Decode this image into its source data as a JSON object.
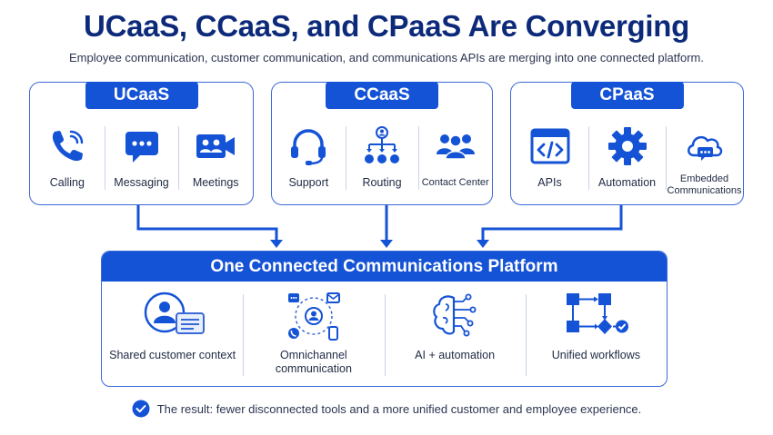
{
  "title": "UCaaS, CCaaS, and CPaaS Are Converging",
  "subtitle": "Employee communication, customer communication, and communications APIs are merging into one connected platform.",
  "cards": [
    {
      "name": "UCaaS",
      "items": [
        {
          "label": "Calling",
          "icon": "phone-icon"
        },
        {
          "label": "Messaging",
          "icon": "chat-bubble-icon"
        },
        {
          "label": "Meetings",
          "icon": "video-meeting-icon"
        }
      ]
    },
    {
      "name": "CCaaS",
      "items": [
        {
          "label": "Support",
          "icon": "headset-icon"
        },
        {
          "label": "Routing",
          "icon": "routing-tree-icon"
        },
        {
          "label": "Contact Center",
          "icon": "group-icon"
        }
      ]
    },
    {
      "name": "CPaaS",
      "items": [
        {
          "label": "APIs",
          "icon": "code-window-icon"
        },
        {
          "label": "Automation",
          "icon": "gear-icon"
        },
        {
          "label": "Embedded Communications",
          "icon": "cloud-chat-icon"
        }
      ]
    }
  ],
  "platform": {
    "title": "One Connected Communications Platform",
    "items": [
      {
        "label": "Shared customer context",
        "icon": "customer-profile-icon"
      },
      {
        "label": "Omnichannel communication",
        "icon": "omnichannel-icon"
      },
      {
        "label": "AI + automation",
        "icon": "ai-brain-icon"
      },
      {
        "label": "Unified workflows",
        "icon": "workflow-icon"
      }
    ]
  },
  "result": "The result: fewer disconnected tools and a more unified customer and employee experience.",
  "colors": {
    "primary": "#1553d6",
    "title": "#0d2a7a",
    "border": "#3a68d8"
  }
}
